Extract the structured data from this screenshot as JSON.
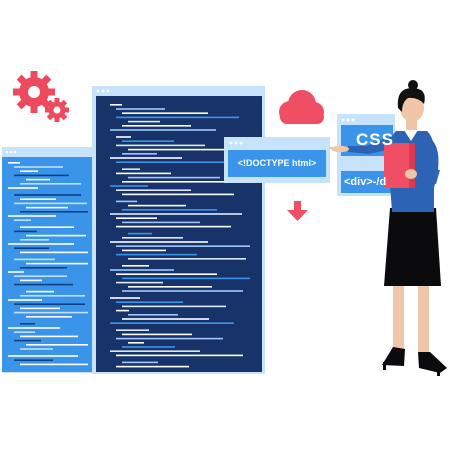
{
  "snippets": {
    "doctype": "<!DOCTYPE html>",
    "css": "CSS",
    "div": "<div>-/d"
  },
  "colors": {
    "editor_back": "#3a95ea",
    "editor_front": "#17336a",
    "frame": "#c7e3fb",
    "accent_pink": "#f04e64",
    "blouse": "#2c63b5",
    "skirt": "#0b0b0d",
    "skin": "#f0c6a8",
    "hair": "#111111"
  },
  "icons": [
    "gear-icon",
    "cloud-icon",
    "download-arrow-icon",
    "folder-icon"
  ]
}
